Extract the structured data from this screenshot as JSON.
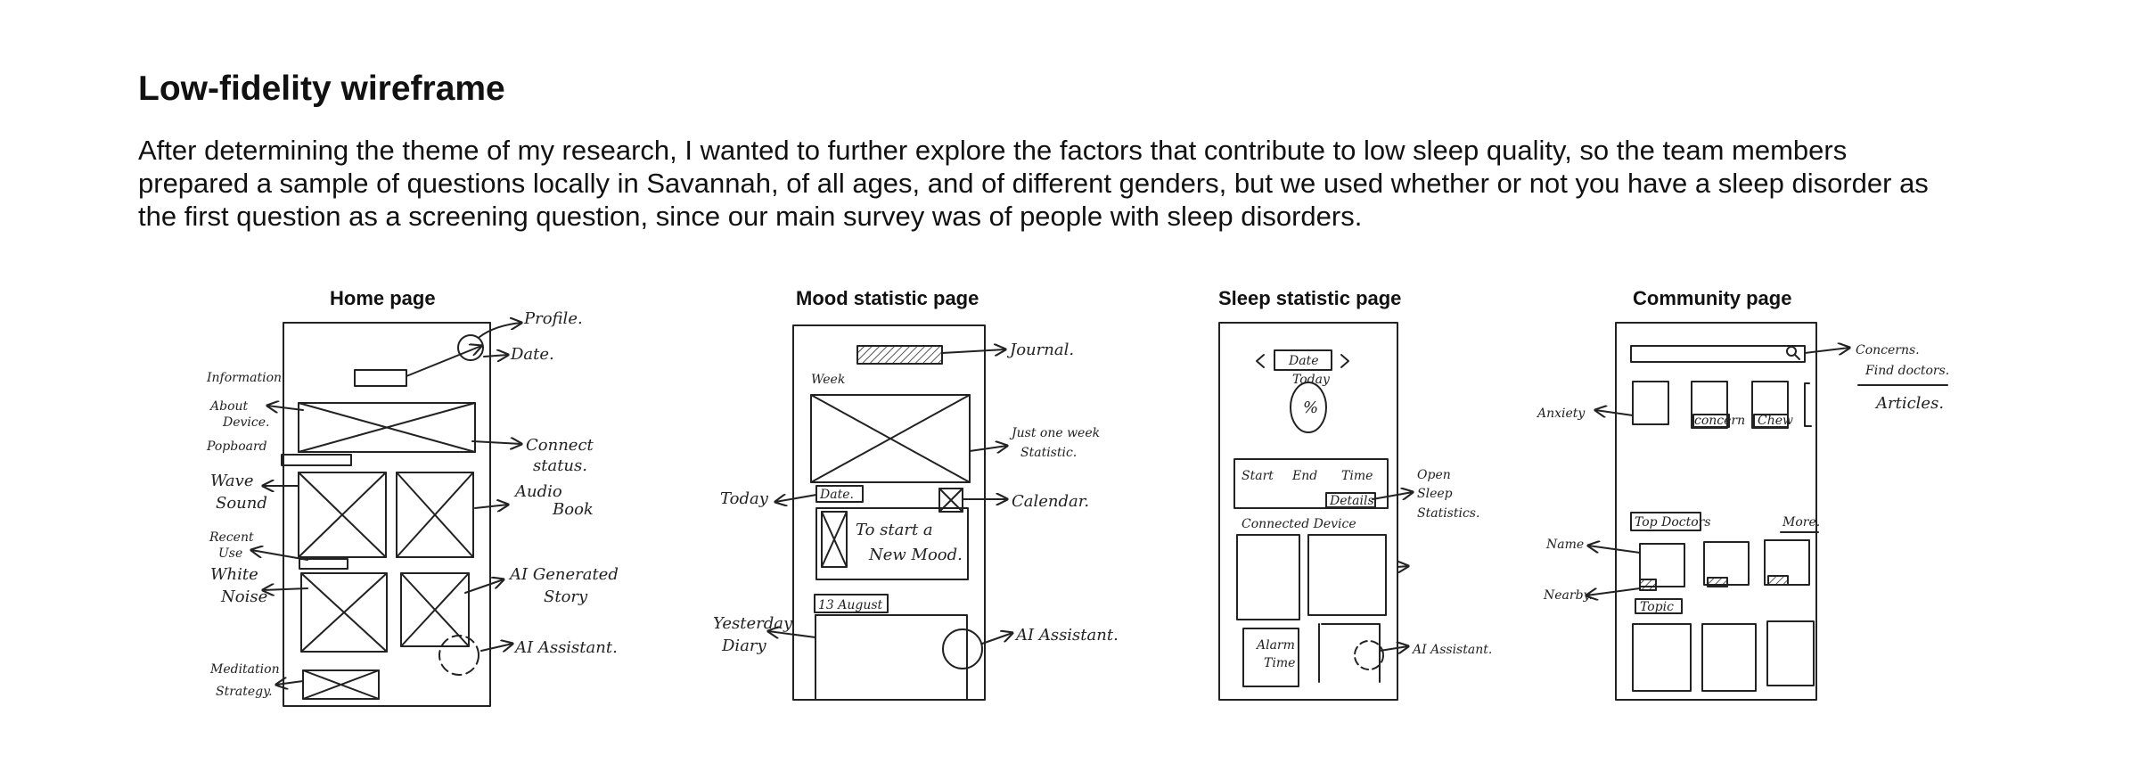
{
  "page": {
    "title": "Low-fidelity wireframe",
    "paragraph": "After determining the theme of my research, I wanted to further explore the factors that contribute to low sleep quality, so the team members prepared a sample of questions locally in Savannah, of all ages, and of different genders, but we used whether or not you have a sleep disorder as the first question as a screening question, since our main survey was of people with sleep disorders."
  },
  "sketches": {
    "home": {
      "title": "Home page",
      "notes": {
        "profile": "Profile.",
        "date": "Date.",
        "info1": "Information",
        "info2": "About",
        "info3": "Device.",
        "popboard": "Popboard",
        "connect1": "Connect",
        "connect2": "status.",
        "wave1": "Wave",
        "wave2": "Sound",
        "audio1": "Audio",
        "audio2": "Book",
        "recent1": "Recent",
        "recent2": "Use",
        "white1": "White",
        "white2": "Noise",
        "aigen1": "AI Generated",
        "aigen2": "Story",
        "assistant": "AI Assistant.",
        "med1": "Meditation",
        "med2": "Strategy."
      }
    },
    "mood": {
      "title": "Mood statistic page",
      "notes": {
        "journal": "Journal.",
        "week": "Week",
        "justweek1": "Just one week",
        "justweek2": "Statistic.",
        "today": "Today",
        "datebox": "Date.",
        "calendar": "Calendar.",
        "tostart1": "To start a",
        "tostart2": "New Mood.",
        "august": "13 August",
        "yesterday1": "Yesterday",
        "yesterday2": "Diary",
        "assistant": "AI Assistant."
      }
    },
    "sleep": {
      "title": "Sleep statistic page",
      "notes": {
        "date": "Date",
        "today": "Today",
        "percent": "%",
        "start": "Start",
        "end": "End",
        "time": "Time",
        "details": "Details",
        "open1": "Open",
        "open2": "Sleep",
        "open3": "Statistics.",
        "connected": "Connected Device",
        "alarm1": "Alarm",
        "alarm2": "Time",
        "assistant": "AI Assistant."
      }
    },
    "community": {
      "title": "Community page",
      "notes": {
        "concerns": "Concerns.",
        "findDoctors": "Find doctors.",
        "articles": "Articles.",
        "anxiety": "Anxiety",
        "concern": "concern",
        "chip": "Chew",
        "topDoctors": "Top Doctors",
        "more": "More.",
        "name": "Name",
        "nearby": "Nearby.",
        "topic": "Topic"
      }
    }
  }
}
